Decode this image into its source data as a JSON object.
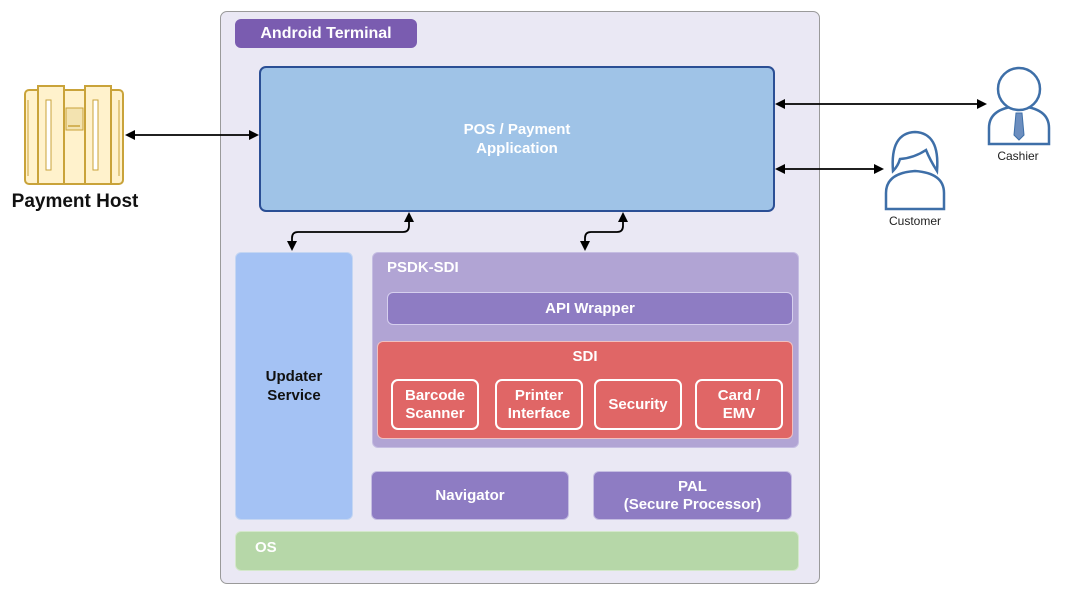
{
  "terminal": {
    "title": "Android Terminal"
  },
  "pos": {
    "line1": "POS /  Payment",
    "line2": "Application"
  },
  "updater": {
    "line1": "Updater",
    "line2": "Service"
  },
  "psdk": {
    "label": "PSDK-SDI",
    "api_wrapper": "API Wrapper"
  },
  "sdi": {
    "label": "SDI",
    "modules": [
      {
        "line1": "Barcode",
        "line2": "Scanner"
      },
      {
        "line1": "Printer",
        "line2": "Interface"
      },
      {
        "line1": "Security",
        "line2": ""
      },
      {
        "line1": "Card /",
        "line2": "EMV"
      }
    ]
  },
  "navigator": "Navigator",
  "pal": {
    "line1": "PAL",
    "line2": "(Secure Processor)"
  },
  "os": "OS",
  "payment_host": "Payment Host",
  "actors": {
    "cashier": "Cashier",
    "customer": "Customer"
  },
  "colors": {
    "terminal_bg": "#eae8f4",
    "pos_fill": "#9fc3e7",
    "pos_border": "#2b4f95",
    "updater_fill": "#a4c2f4",
    "psdk_fill": "#b1a4d4",
    "purple": "#8e7cc3",
    "sdi_red": "#e06666",
    "os_green": "#b6d7a8",
    "person_stroke": "#3e6fa8",
    "tie": "#6c8ebf",
    "host_gold": "#d6b656"
  },
  "icons": [
    "server-rack-icon",
    "cashier-person-icon",
    "customer-person-icon"
  ]
}
